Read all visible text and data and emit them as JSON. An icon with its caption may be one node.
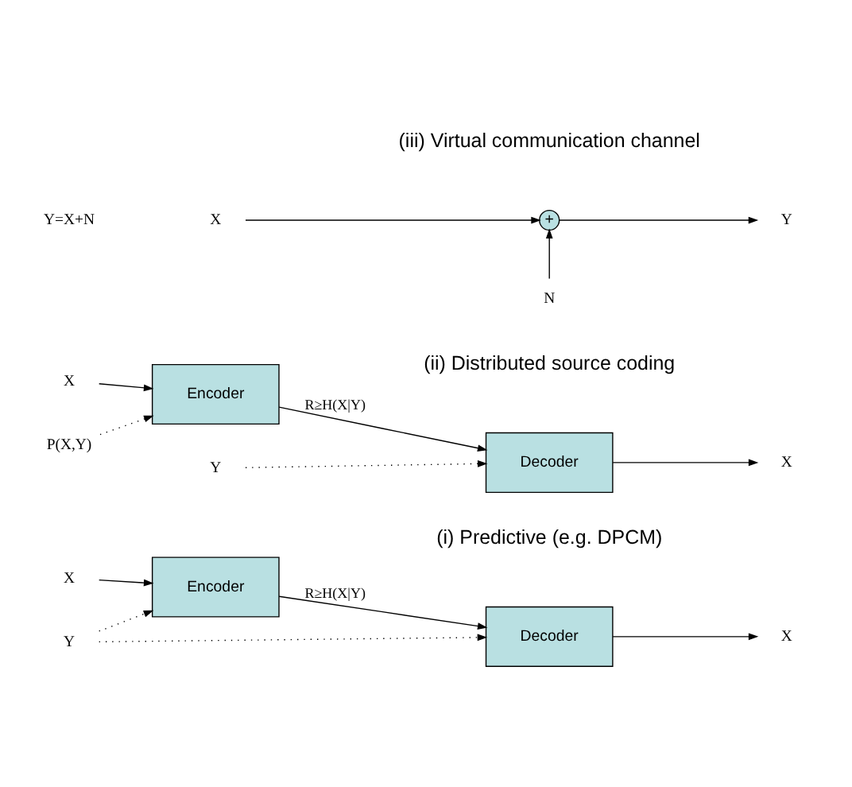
{
  "diagram": {
    "nodes": [
      {
        "text": [
          "X"
        ]
      },
      {
        "text": [
          "Encoder"
        ]
      },
      {
        "text": [
          "Decoder"
        ]
      },
      {
        "text": [
          "X"
        ]
      },
      {
        "text": [
          "Y"
        ]
      },
      {
        "text": [
          "X"
        ]
      },
      {
        "text": [
          "Encoder"
        ]
      },
      {
        "text": [
          "Decoder"
        ]
      },
      {
        "text": [
          "X"
        ]
      },
      {
        "text": [
          "P(X,Y)"
        ]
      },
      {
        "text": [
          "Y"
        ]
      },
      {
        "text": [
          "N"
        ]
      },
      {
        "text": [
          "X"
        ]
      },
      {
        "text": [
          "+"
        ]
      },
      {
        "text": [
          "Y"
        ]
      }
    ],
    "edges": [
      {
        "from": 0,
        "to": 1,
        "arrow": "to"
      },
      {
        "from": 1,
        "to": 2,
        "arrow": "to",
        "label": "R≥H(X|Y)"
      },
      {
        "from": 2,
        "to": 3,
        "arrow": "to"
      },
      {
        "from": 4,
        "to": 1,
        "arrow": "to",
        "style": "dashed"
      },
      {
        "from": 4,
        "to": 2,
        "arrow": "to",
        "style": "dashed"
      },
      {
        "from": 5,
        "to": 6,
        "arrow": "to"
      },
      {
        "from": 6,
        "to": 7,
        "arrow": "to",
        "label": "R≥H(X|Y)"
      },
      {
        "from": 7,
        "to": 8,
        "arrow": "to"
      },
      {
        "from": 9,
        "to": 6,
        "arrow": "to",
        "style": "dashed"
      },
      {
        "from": 10,
        "to": 7,
        "arrow": "to",
        "style": "dashed"
      },
      {
        "from": 12,
        "to": 13,
        "arrow": "to"
      },
      {
        "from": 11,
        "to": 13,
        "arrow": "to"
      },
      {
        "from": 13,
        "to": 14,
        "arrow": "to"
      }
    ],
    "labels": [
      "(i) Predictive (e.g. DPCM)",
      "(ii) Distributed source coding",
      "Y=X+N",
      "(iii) Virtual communication channel"
    ]
  }
}
